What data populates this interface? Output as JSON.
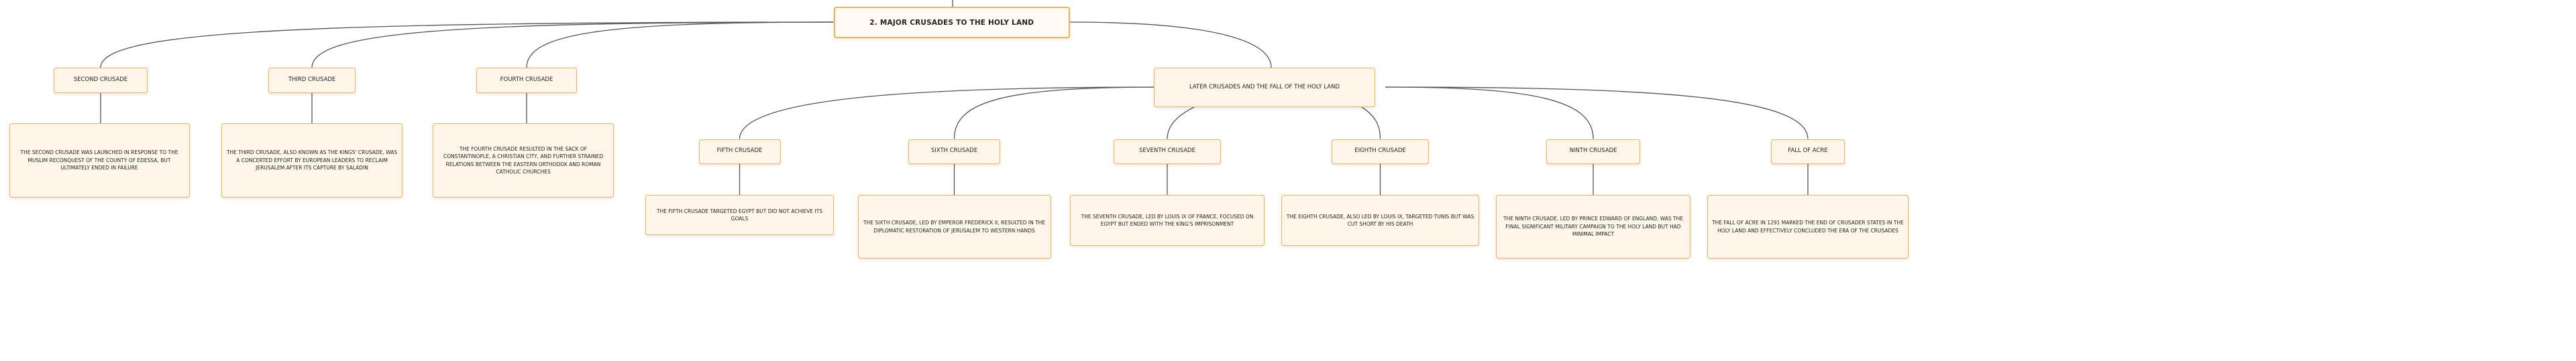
{
  "root": {
    "label": "2. Major Crusades to the Holy Land"
  },
  "crusades": [
    {
      "id": "second",
      "label": "Second Crusade",
      "description": "The Second Crusade was launched in response to the Muslim reconquest of the County of Edessa, but ultimately ended in failure"
    },
    {
      "id": "third",
      "label": "Third Crusade",
      "description": "The Third Crusade, also known as the Kings' Crusade, was a concerted effort by European leaders to reclaim Jerusalem after its capture by Saladin"
    },
    {
      "id": "fourth",
      "label": "Fourth Crusade",
      "description": "The Fourth Crusade resulted in the sack of Constantinople, a Christian city, and further strained relations between the Eastern Orthodox and Roman Catholic churches"
    }
  ],
  "later": {
    "label": "Later Crusades and the Fall of the Holy Land",
    "items": [
      {
        "id": "fifth",
        "label": "Fifth Crusade",
        "description": "The Fifth Crusade targeted Egypt but did not achieve its goals"
      },
      {
        "id": "sixth",
        "label": "Sixth Crusade",
        "description": "The Sixth Crusade, led by Emperor Frederick II, resulted in the diplomatic restoration of Jerusalem to Western hands"
      },
      {
        "id": "seventh",
        "label": "Seventh Crusade",
        "description": "The Seventh Crusade, led by Louis IX of France, focused on Egypt but ended with the king's imprisonment"
      },
      {
        "id": "eighth",
        "label": "Eighth Crusade",
        "description": "The Eighth Crusade, also led by Louis IX, targeted Tunis but was cut short by his death"
      },
      {
        "id": "ninth",
        "label": "Ninth Crusade",
        "description": "The Ninth Crusade, led by Prince Edward of England, was the final significant military campaign to the Holy Land but had minimal impact"
      },
      {
        "id": "acre",
        "label": "Fall of Acre",
        "description": "The fall of Acre in 1291 marked the end of Crusader states in the Holy Land and effectively concluded the era of the Crusades"
      }
    ]
  },
  "colors": {
    "border": "#f5b25a",
    "fill": "#fff5e9",
    "line": "#555555"
  }
}
